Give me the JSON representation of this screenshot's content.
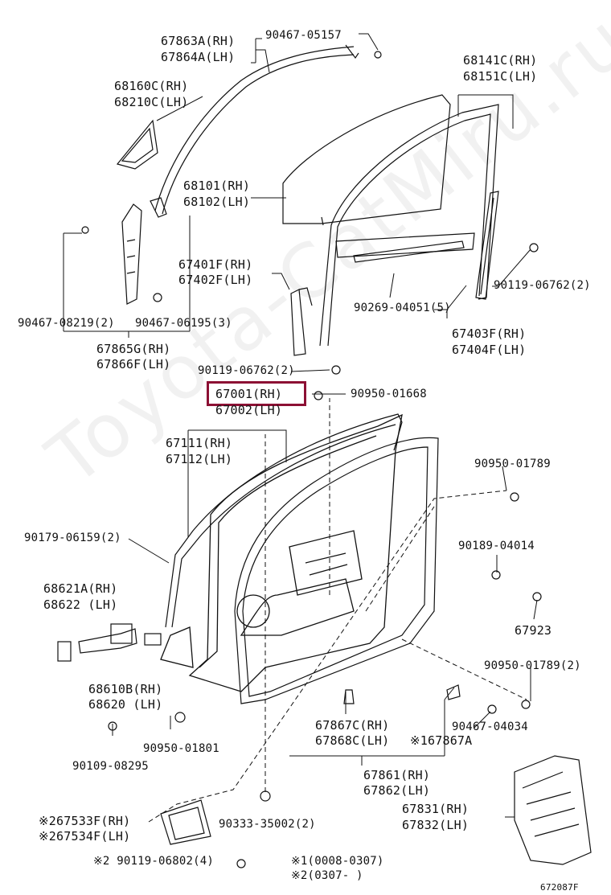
{
  "watermark": "Toyota-CatMiru.ru",
  "figure_code": "672087F",
  "labels": {
    "p67863A": "67863A(RH)",
    "p67864A": "67864A(LH)",
    "p90467_05157": "90467-05157",
    "p68160C": "68160C(RH)",
    "p68210C": "68210C(LH)",
    "p68141C": "68141C(RH)",
    "p68151C": "68151C(LH)",
    "p68101": "68101(RH)",
    "p68102": "68102(LH)",
    "p67401F": "67401F(RH)",
    "p67402F": "67402F(LH)",
    "p90119_06762a": "90119-06762(2)",
    "p90269_04051": "90269-04051(5)",
    "p90467_08219": "90467-08219(2)",
    "p90467_06195": "90467-06195(3)",
    "p67403F": "67403F(RH)",
    "p67404F": "67404F(LH)",
    "p67865G": "67865G(RH)",
    "p67866F": "67866F(LH)",
    "p90119_06762b": "90119-06762(2)",
    "p67001": "67001(RH)",
    "p67002": "67002(LH)",
    "p90950_01668": "90950-01668",
    "p67111": "67111(RH)",
    "p67112": "67112(LH)",
    "p90950_01789a": "90950-01789",
    "p90179_06159": "90179-06159(2)",
    "p90189_04014": "90189-04014",
    "p68621A": "68621A(RH)",
    "p68622": "68622  (LH)",
    "p67923": "67923",
    "p90950_01789b": "90950-01789(2)",
    "p68610B": "68610B(RH)",
    "p68620": "68620  (LH)",
    "p67867C": "67867C(RH)",
    "p67868C": "67868C(LH)",
    "p67867A": "※167867A",
    "p90467_04034": "90467-04034",
    "p90950_01801": "90950-01801",
    "p90109_08295": "90109-08295",
    "p67861": "67861(RH)",
    "p67862": "67862(LH)",
    "p67831": "67831(RH)",
    "p67832": "67832(LH)",
    "p67533F": "※267533F(RH)",
    "p67534F": "※267534F(LH)",
    "p90333_35002": "90333-35002(2)",
    "p90119_06802": "※2 90119-06802(4)",
    "note1": "※1(0008-0307)",
    "note2": "※2(0307-       )"
  }
}
